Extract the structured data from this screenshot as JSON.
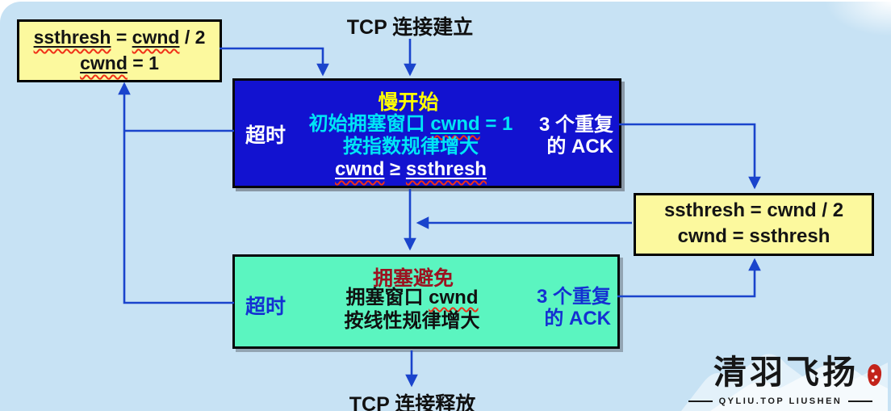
{
  "colors": {
    "background": "#c7e2f4",
    "frame": "#ffffff",
    "arrow_blue": "#1a44cc",
    "box_yellow": "#fcf99e",
    "box_blue": "#1212d0",
    "box_green": "#5bf5c0",
    "slow_start_title": "#ffff00",
    "cyan_text": "#00e5f5",
    "avoidance_title": "#9c1220",
    "blue_text": "#1430d2",
    "squiggle_red": "#f03018",
    "seal_red": "#c3231a"
  },
  "top_label": "TCP 连接建立",
  "bottom_label": "TCP 连接释放",
  "reset_box": {
    "line1": {
      "p1": "ssthresh",
      "p2": " = ",
      "p3": "cwnd",
      "p4": " / 2"
    },
    "line2": {
      "p1": "cwnd",
      "p2": " = 1"
    }
  },
  "slow_start": {
    "title": "慢开始",
    "timeout_label": "超时",
    "line1": {
      "p1": "初始拥塞窗口 ",
      "p2": "cwnd",
      "p3": " = 1"
    },
    "line2": "按指数规律增大",
    "line3": {
      "p1": "cwnd",
      "p2": " ≥ ",
      "p3": "ssthresh"
    },
    "ack_label": {
      "line1": "3 个重复",
      "line2": "的 ACK"
    }
  },
  "threshold_box": {
    "line1": "ssthresh = cwnd / 2",
    "line2": "cwnd = ssthresh"
  },
  "congestion_avoidance": {
    "title": "拥塞避免",
    "timeout_label": "超时",
    "line1": {
      "p1": "拥塞窗口 ",
      "p2": "cwnd"
    },
    "line2": "按线性规律增大",
    "ack_label": {
      "line1": "3 个重复",
      "line2": "的 ACK"
    }
  },
  "watermark": {
    "brand": "清羽飞扬",
    "subtitle": "QYLIU.TOP LIUSHEN"
  }
}
